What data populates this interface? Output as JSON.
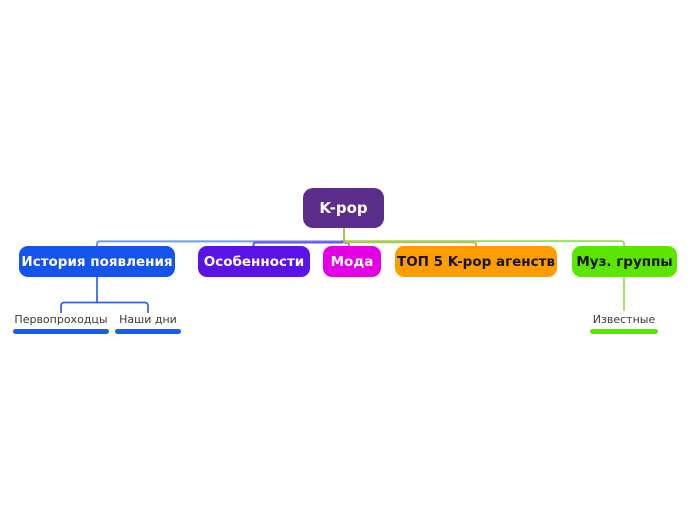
{
  "canvas": {
    "background": "#ffffff"
  },
  "root": {
    "label": "K-pop",
    "color": "#5c2e8b",
    "text_color": "#ffffff",
    "trunk_line_color": "#b5c34b"
  },
  "branches": [
    {
      "label": "История появления",
      "color": "#1453ee",
      "text_color": "#ffffff",
      "line_color": "#6f9bf2",
      "child_line_color": "#2f63e0",
      "children": [
        {
          "label": "Первопроходцы",
          "underline_color": "#1c5bef"
        },
        {
          "label": "Наши дни",
          "underline_color": "#1c5bef"
        }
      ]
    },
    {
      "label": "Особенности",
      "color": "#5913e6",
      "text_color": "#ffffff",
      "line_color": "#7b4ae8",
      "children": []
    },
    {
      "label": "Мода",
      "color": "#e400e4",
      "text_color": "#ffffff",
      "line_color": "#e46ae4",
      "children": []
    },
    {
      "label": "ТОП 5 K-pop агенств",
      "color": "#ff9c00",
      "text_color": "#141414",
      "line_color": "#b5c34b",
      "children": []
    },
    {
      "label": "Муз. группы",
      "color": "#5be600",
      "text_color": "#141414",
      "line_color": "#9ce25f",
      "child_line_color": "#8de04e",
      "children": [
        {
          "label": "Известные",
          "underline_color": "#5be600"
        }
      ]
    }
  ]
}
